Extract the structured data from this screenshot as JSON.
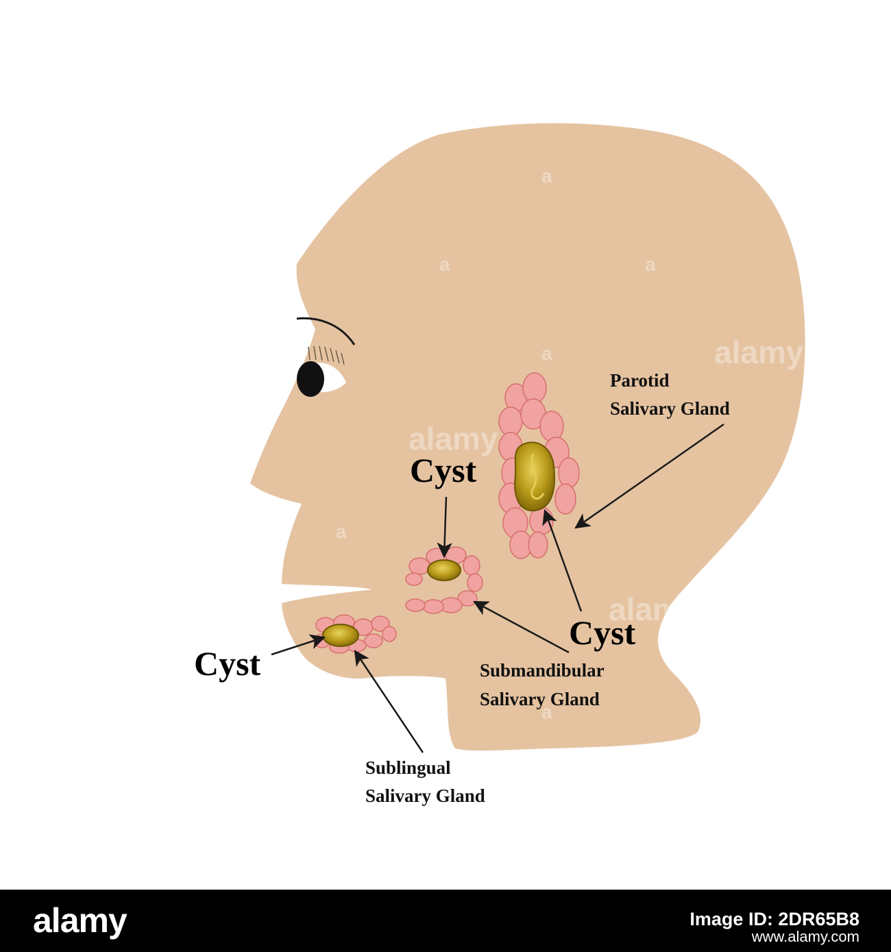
{
  "colors": {
    "skin": "#e5c3a1",
    "gland": "#f0a3a0",
    "gland_lobe_stroke": "#d76e6e",
    "cyst": "#b99a1a",
    "cyst_highlight": "#e3cc55",
    "arrow": "#1a1a1a",
    "footer_bg": "#000000"
  },
  "labels": {
    "parotid_line1": "Parotid",
    "parotid_line2": "Salivary Gland",
    "submandibular_line1": "Submandibular",
    "submandibular_line2": "Salivary Gland",
    "sublingual_line1": "Sublingual",
    "sublingual_line2": "Salivary Gland",
    "cyst_top": "Cyst",
    "cyst_right": "Cyst",
    "cyst_left": "Cyst"
  },
  "watermarks": [
    "alamy",
    "alamy",
    "alamy",
    "a",
    "a",
    "a",
    "a",
    "a",
    "a"
  ],
  "footer": {
    "logo": "alamy",
    "image_id": "Image ID: 2DR65B8",
    "url": "www.alamy.com"
  }
}
